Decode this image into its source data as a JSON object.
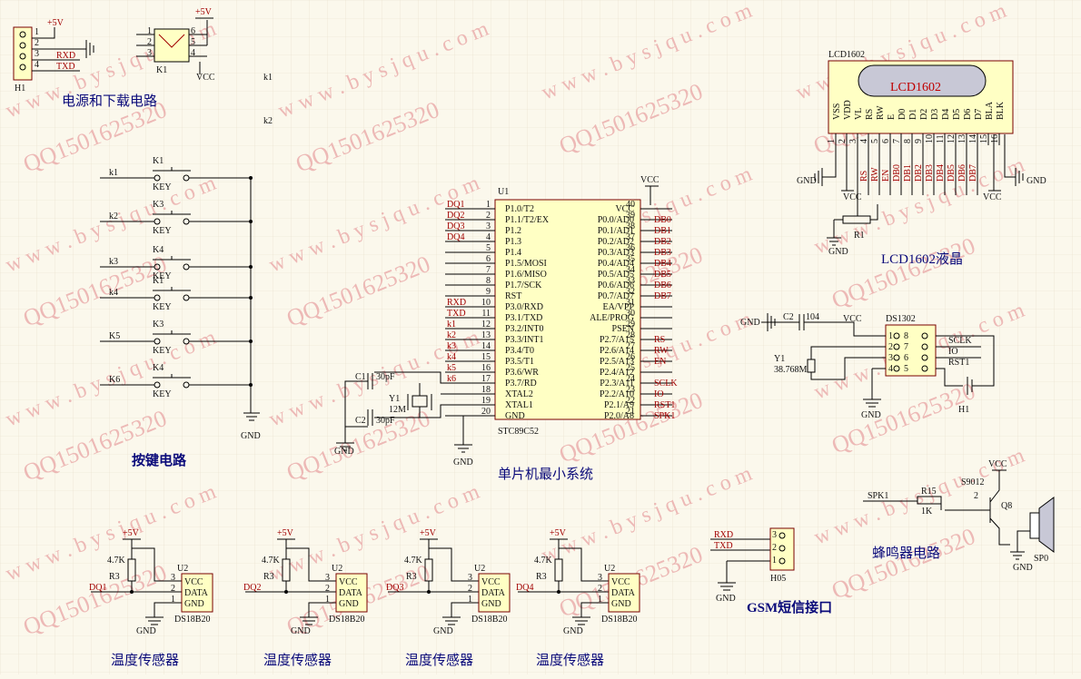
{
  "captions": {
    "power": "电源和下载电路",
    "keys": "按键电路",
    "mcu": "单片机最小系统",
    "lcd": "LCD1602液晶",
    "gsm": "GSM短信接口",
    "buzzer": "蜂鸣器电路",
    "temp1": "温度传感器",
    "temp2": "温度传感器",
    "temp3": "温度传感器",
    "temp4": "温度传感器"
  },
  "watermark": {
    "site": "w w w . b y s j q u . c o m",
    "qq": "QQ1501625320",
    "color": "#e8a5a5"
  },
  "power": {
    "h1_ref": "H1",
    "pins": [
      "1",
      "2",
      "3",
      "4"
    ],
    "vcc": "+5V",
    "rxd": "RXD",
    "txd": "TXD",
    "k1_ref": "K1",
    "k1_pins_left": [
      "1",
      "2",
      "3"
    ],
    "k1_pins_right": [
      "6",
      "5",
      "4"
    ],
    "k1_vcc_top": "+5V",
    "k1_vcc_out": "VCC",
    "net_k1": "k1",
    "net_k2": "k2"
  },
  "keys": {
    "items": [
      {
        "net": "k1",
        "ref": "K1",
        "val": "KEY"
      },
      {
        "net": "k2",
        "ref": "K3",
        "val": "KEY"
      },
      {
        "net": "k3",
        "ref": "K4",
        "val": "KEY"
      },
      {
        "net": "k4",
        "ref": "K1",
        "val": "KEY"
      },
      {
        "net": "K5",
        "ref": "K3",
        "val": "KEY"
      },
      {
        "net": "K6",
        "ref": "K4",
        "val": "KEY"
      }
    ],
    "gnd": "GND"
  },
  "mcu": {
    "ref": "U1",
    "part": "STC89C52",
    "vcc": "VCC",
    "left_pins": [
      {
        "num": "1",
        "name": "P1.0/T2",
        "net": "DQ1"
      },
      {
        "num": "2",
        "name": "P1.1/T2/EX",
        "net": "DQ2"
      },
      {
        "num": "3",
        "name": "P1.2",
        "net": "DQ3"
      },
      {
        "num": "4",
        "name": "P1.3",
        "net": "DQ4"
      },
      {
        "num": "5",
        "name": "P1.4",
        "net": ""
      },
      {
        "num": "6",
        "name": "P1.5/MOSI",
        "net": ""
      },
      {
        "num": "7",
        "name": "P1.6/MISO",
        "net": ""
      },
      {
        "num": "8",
        "name": "P1.7/SCK",
        "net": ""
      },
      {
        "num": "9",
        "name": "RST",
        "net": ""
      },
      {
        "num": "10",
        "name": "P3.0/RXD",
        "net": "RXD"
      },
      {
        "num": "11",
        "name": "P3.1/TXD",
        "net": "TXD"
      },
      {
        "num": "12",
        "name": "P3.2/INT0",
        "net": "k1"
      },
      {
        "num": "13",
        "name": "P3.3/INT1",
        "net": "k2"
      },
      {
        "num": "14",
        "name": "P3.4/T0",
        "net": "k3"
      },
      {
        "num": "15",
        "name": "P3.5/T1",
        "net": "k4"
      },
      {
        "num": "16",
        "name": "P3.6/WR",
        "net": "k5"
      },
      {
        "num": "17",
        "name": "P3.7/RD",
        "net": "k6"
      },
      {
        "num": "18",
        "name": "XTAL2",
        "net": ""
      },
      {
        "num": "19",
        "name": "XTAL1",
        "net": ""
      },
      {
        "num": "20",
        "name": "GND",
        "net": ""
      }
    ],
    "right_pins": [
      {
        "num": "40",
        "name": "VCC",
        "net": ""
      },
      {
        "num": "39",
        "name": "P0.0/AD0",
        "net": "DB0"
      },
      {
        "num": "38",
        "name": "P0.1/AD1",
        "net": "DB1"
      },
      {
        "num": "37",
        "name": "P0.2/AD2",
        "net": "DB2"
      },
      {
        "num": "36",
        "name": "P0.3/AD3",
        "net": "DB3"
      },
      {
        "num": "35",
        "name": "P0.4/AD4",
        "net": "DB4"
      },
      {
        "num": "34",
        "name": "P0.5/AD5",
        "net": "DB5"
      },
      {
        "num": "33",
        "name": "P0.6/AD6",
        "net": "DB6"
      },
      {
        "num": "32",
        "name": "P0.7/AD7",
        "net": "DB7"
      },
      {
        "num": "31",
        "name": "EA/VPP",
        "net": ""
      },
      {
        "num": "30",
        "name": "ALE/PROG",
        "net": ""
      },
      {
        "num": "29",
        "name": "PSEN",
        "net": ""
      },
      {
        "num": "28",
        "name": "P2.7/A15",
        "net": "RS"
      },
      {
        "num": "27",
        "name": "P2.6/A14",
        "net": "RW"
      },
      {
        "num": "26",
        "name": "P2.5/A13",
        "net": "EN"
      },
      {
        "num": "25",
        "name": "P2.4/A12",
        "net": ""
      },
      {
        "num": "24",
        "name": "P2.3/A11",
        "net": "SCLK"
      },
      {
        "num": "23",
        "name": "P2.2/A10",
        "net": "IO"
      },
      {
        "num": "22",
        "name": "P2.1/A9",
        "net": "RST1"
      },
      {
        "num": "21",
        "name": "P2.0/A8",
        "net": "SPK1"
      }
    ],
    "c1": "C1",
    "c1_val": "30pF",
    "c2": "C2",
    "c2_val": "30pF",
    "y1": "Y1",
    "y1_val": "12M",
    "gnd": "GND"
  },
  "lcd": {
    "ref": "LCD1602",
    "label": "LCD1602",
    "pins": [
      "VSS",
      "VDD",
      "VL",
      "RS",
      "RW",
      "E",
      "D0",
      "D1",
      "D2",
      "D3",
      "D4",
      "D5",
      "D6",
      "D7",
      "BLA",
      "BLK"
    ],
    "nums": [
      "1",
      "2",
      "3",
      "4",
      "5",
      "6",
      "7",
      "8",
      "9",
      "10",
      "11",
      "12",
      "13",
      "14",
      "15",
      "16"
    ],
    "nets": [
      "",
      "",
      "",
      "RS",
      "RW",
      "EN",
      "DB0",
      "DB1",
      "DB2",
      "DB3",
      "DB4",
      "DB5",
      "DB6",
      "DB7",
      "",
      ""
    ],
    "gnd_left": "GND",
    "gnd_right": "GND",
    "vcc1": "VCC",
    "vcc2": "VCC",
    "r1": "R1",
    "gnd_pot": "GND"
  },
  "ds1302": {
    "ref": "DS1302",
    "c2": "C2",
    "c2_val": "104",
    "gnd": "GND",
    "vcc": "VCC",
    "y1": "Y1",
    "y1_val": "38.768M",
    "pins_left": [
      "1",
      "2",
      "3",
      "4"
    ],
    "pins_right": [
      "8",
      "7",
      "6",
      "5"
    ],
    "nets": [
      "SCLK",
      "IO",
      "RST1"
    ],
    "h1": "H1",
    "gnd2": "GND"
  },
  "buzzer": {
    "vcc": "VCC",
    "q": "S9012",
    "q_ref": "Q8",
    "q_pin": "2",
    "spk": "SPK1",
    "r": "R15",
    "r_val": "1K",
    "sp": "SP0",
    "gnd": "GND"
  },
  "gsm": {
    "rxd": "RXD",
    "txd": "TXD",
    "ref": "H05",
    "pins": [
      "3",
      "2",
      "1"
    ],
    "gnd": "GND"
  },
  "temp": [
    {
      "vcc": "+5V",
      "r": "R3",
      "rval": "4.7K",
      "ref": "U2",
      "net": "DQ1",
      "part": "DS18B20",
      "gnd": "GND"
    },
    {
      "vcc": "+5V",
      "r": "R3",
      "rval": "4.7K",
      "ref": "U2",
      "net": "DQ2",
      "part": "DS18B20",
      "gnd": "GND"
    },
    {
      "vcc": "+5V",
      "r": "R3",
      "rval": "4.7K",
      "ref": "U2",
      "net": "DQ3",
      "part": "DS18B20",
      "gnd": "GND"
    },
    {
      "vcc": "+5V",
      "r": "R3",
      "rval": "4.7K",
      "ref": "U2",
      "net": "DQ4",
      "part": "DS18B20",
      "gnd": "GND"
    }
  ],
  "temp_pins": [
    "3",
    "2",
    "1"
  ],
  "temp_pin_names": [
    "VCC",
    "DATA",
    "GND"
  ]
}
